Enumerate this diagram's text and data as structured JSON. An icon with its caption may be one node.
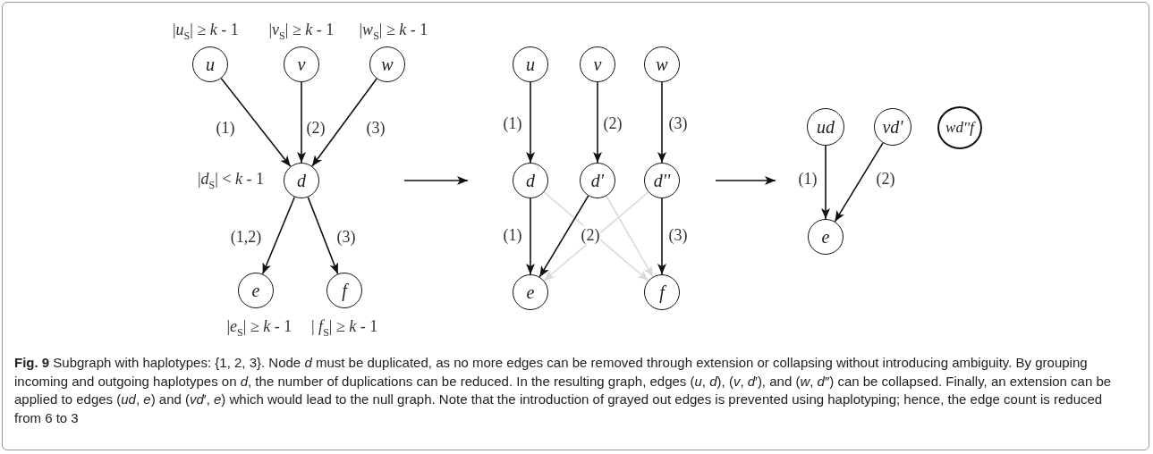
{
  "diagram": {
    "caption": "**Fig. 9** Subgraph with haplotypes: {1, 2, 3}. Node *d* must be duplicated, as no more edges can be removed through extension or collapsing without introducing ambiguity. By grouping incoming and outgoing haplotypes on *d*, the number of duplications can be reduced. In the resulting graph, edges (*u*, *d*), (*v*, *d*′), and (*w*, *d*″) can be collapsed. Finally, an extension can be applied to edges (*ud*, *e*) and (*vd*′, *e*) which would lead to the null graph. Note that the introduction of grayed out edges is prevented using haplotyping; hence, the edge count is reduced from 6 to 3",
    "nodes": [
      {
        "text": [
          "u"
        ],
        "beside": [
          "|*u*$_{S}$| ≥ *k* - 1"
        ]
      },
      {
        "text": [
          "v"
        ],
        "beside": [
          "|*v*$_{S}$| ≥ *k* - 1"
        ]
      },
      {
        "text": [
          "w"
        ],
        "beside": [
          "|*w*$_{S}$| ≥ *k* - 1"
        ]
      },
      {
        "text": [
          "d"
        ],
        "beside": [
          "|*d*$_{S}$| < *k* - 1"
        ]
      },
      {
        "text": [
          "e"
        ],
        "beside": [
          "|*e*$_{S}$| ≥ *k* - 1"
        ]
      },
      {
        "text": [
          "f"
        ],
        "beside": [
          "| *f*$_{S}$| ≥ *k* - 1"
        ]
      },
      {
        "text": [
          "u"
        ]
      },
      {
        "text": [
          "v"
        ]
      },
      {
        "text": [
          "w"
        ]
      },
      {
        "text": [
          "d"
        ]
      },
      {
        "text": [
          "d'"
        ]
      },
      {
        "text": [
          "d''"
        ]
      },
      {
        "text": [
          "e"
        ]
      },
      {
        "text": [
          "f"
        ]
      },
      {
        "text": [
          "ud"
        ]
      },
      {
        "text": [
          "vd'"
        ]
      },
      {
        "text": [
          "wd''f"
        ]
      },
      {
        "text": [
          "e"
        ]
      }
    ],
    "edges": [
      {
        "from": 0,
        "to": 3,
        "arrow": "to",
        "label": "(1)"
      },
      {
        "from": 1,
        "to": 3,
        "arrow": "to",
        "label": "(2)"
      },
      {
        "from": 2,
        "to": 3,
        "arrow": "to",
        "label": "(3)"
      },
      {
        "from": 3,
        "to": 4,
        "arrow": "to",
        "label": "(1,2)"
      },
      {
        "from": 3,
        "to": 5,
        "arrow": "to",
        "label": "(3)"
      },
      {
        "from": 6,
        "to": 9,
        "arrow": "to",
        "label": "(1)"
      },
      {
        "from": 7,
        "to": 10,
        "arrow": "to",
        "label": "(2)"
      },
      {
        "from": 8,
        "to": 11,
        "arrow": "to",
        "label": "(3)"
      },
      {
        "from": 9,
        "to": 12,
        "arrow": "to",
        "label": "(1)"
      },
      {
        "from": 10,
        "to": 12,
        "arrow": "to",
        "label": "(2)"
      },
      {
        "from": 11,
        "to": 13,
        "arrow": "to",
        "label": "(3)"
      },
      {
        "from": 9,
        "to": 13,
        "arrow": "to",
        "color": "#d9d9d9"
      },
      {
        "from": 10,
        "to": 13,
        "arrow": "to",
        "color": "#d9d9d9"
      },
      {
        "from": 11,
        "to": 12,
        "arrow": "to",
        "color": "#d9d9d9"
      },
      {
        "from": 14,
        "to": 17,
        "arrow": "to",
        "label": "(1)"
      },
      {
        "from": 15,
        "to": 17,
        "arrow": "to",
        "label": "(2)"
      }
    ]
  }
}
